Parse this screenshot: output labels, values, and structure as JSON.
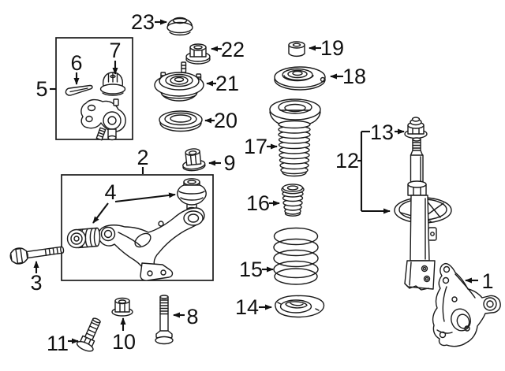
{
  "figure": {
    "background_color": "#ffffff",
    "line_color": "#1a1a1a",
    "callouts": {
      "n1": "1",
      "n2": "2",
      "n3": "3",
      "n4": "4",
      "n5": "5",
      "n6": "6",
      "n7": "7",
      "n8": "8",
      "n9": "9",
      "n10": "10",
      "n11": "11",
      "n12": "12",
      "n13": "13",
      "n14": "14",
      "n15": "15",
      "n16": "16",
      "n17": "17",
      "n18": "18",
      "n19": "19",
      "n20": "20",
      "n21": "21",
      "n22": "22",
      "n23": "23"
    }
  }
}
